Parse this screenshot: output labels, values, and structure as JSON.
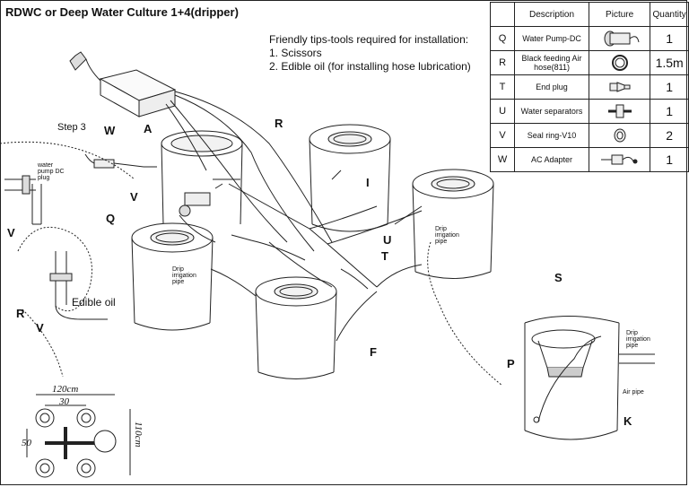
{
  "title": "RDWC or Deep Water Culture 1+4(dripper)",
  "tips": {
    "heading": "Friendly tips-tools required for installation:",
    "items": [
      "1. Scissors",
      "2. Edible oil (for installing hose lubrication)"
    ]
  },
  "parts_table": {
    "headers": {
      "description": "Description",
      "picture": "Picture",
      "quantity": "Quantity"
    },
    "rows": [
      {
        "letter": "Q",
        "description": "Water Pump-DC",
        "quantity": "1",
        "icon": "water-pump-icon"
      },
      {
        "letter": "R",
        "description": "Black feeding Air hose(811)",
        "quantity": "1.5m",
        "icon": "hose-coil-icon"
      },
      {
        "letter": "T",
        "description": "End plug",
        "quantity": "1",
        "icon": "end-plug-icon"
      },
      {
        "letter": "U",
        "description": "Water separators",
        "quantity": "1",
        "icon": "water-separator-icon"
      },
      {
        "letter": "V",
        "description": "Seal ring-V10",
        "quantity": "2",
        "icon": "seal-ring-icon"
      },
      {
        "letter": "W",
        "description": "AC Adapter",
        "quantity": "1",
        "icon": "ac-adapter-icon"
      }
    ]
  },
  "step_label": "Step 3",
  "callouts": {
    "A": "A",
    "R_main": "R",
    "W": "W",
    "V_main": "V",
    "Q": "Q",
    "I": "I",
    "U": "U",
    "T": "T",
    "F": "F",
    "S": "S",
    "P": "P",
    "K": "K",
    "V_left": "V",
    "R_left": "R",
    "V_left2": "V"
  },
  "small_labels": {
    "water_pump_dc_plug": "water pump DC plug",
    "drip_irrigation_pipe_1": "Drip irrigation pipe",
    "drip_irrigation_pipe_2": "Drip irrigation pipe",
    "drip_irrigation_pipe_3": "Drip irrigation pipe",
    "air_pipe": "Air pipe",
    "edible_oil": "Edible oil"
  },
  "dimensions": {
    "width_total": "120cm",
    "width_inner": "30",
    "height_inner": "50",
    "height_total": "110cm"
  }
}
